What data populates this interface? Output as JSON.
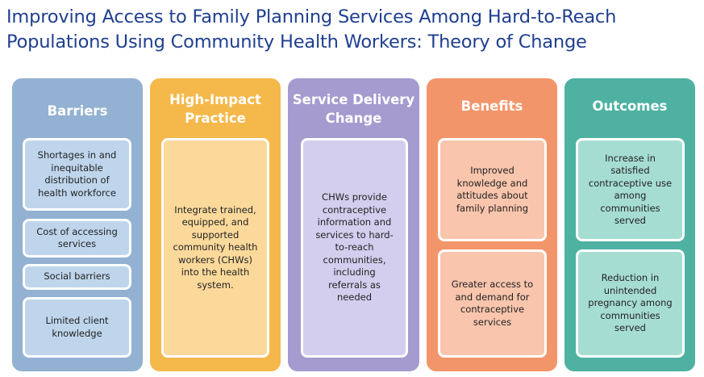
{
  "title": {
    "line1": "Improving Access to Family Planning Services Among Hard-to-Reach",
    "line2": "Populations Using Community Health Workers: Theory of Change"
  },
  "colors": {
    "title": "#1f3f8f",
    "barriers_col": "#93b1d2",
    "barriers_box": "#bed5ec",
    "practice_col": "#f5b84a",
    "practice_box": "#fbd99b",
    "delivery_col": "#a59bcf",
    "delivery_box": "#d3cdee",
    "benefits_col": "#f3956a",
    "benefits_box": "#f9c5ad",
    "outcomes_col": "#4eb1a2",
    "outcomes_box": "#a6ddd3"
  },
  "columns": {
    "barriers": {
      "heading": "Barriers",
      "items": [
        "Shortages in and inequitable distribution of health workforce",
        "Cost of accessing services",
        "Social barriers",
        "Limited client knowledge"
      ]
    },
    "practice": {
      "heading_line1": "High-Impact",
      "heading_line2": "Practice",
      "text": "Integrate trained, equipped, and supported community health workers (CHWs) into the health system."
    },
    "delivery": {
      "heading_line1": "Service Delivery",
      "heading_line2": "Change",
      "text": "CHWs provide contraceptive information and services to hard-to-reach communities, including referrals as needed"
    },
    "benefits": {
      "heading": "Benefits",
      "items": [
        "Improved knowledge and attitudes about family planning",
        "Greater access to and demand for contraceptive services"
      ]
    },
    "outcomes": {
      "heading": "Outcomes",
      "items": [
        "Increase in satisfied contraceptive use among communities served",
        "Reduction in unintended pregnancy among communities served"
      ]
    }
  }
}
